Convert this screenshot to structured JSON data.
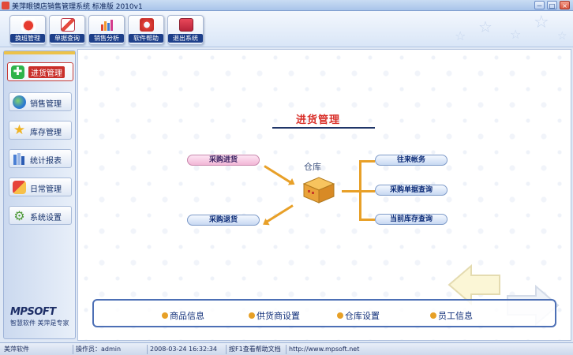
{
  "window": {
    "title": "美萍眼镜店销售管理系统 标准版 2010v1",
    "controls": [
      "－",
      "□",
      "×"
    ]
  },
  "toolbar": {
    "buttons": [
      {
        "label": "换班管理",
        "icon": "switch-shift-icon"
      },
      {
        "label": "单据查询",
        "icon": "document-search-icon"
      },
      {
        "label": "销售分析",
        "icon": "bar-chart-icon"
      },
      {
        "label": "软件帮助",
        "icon": "help-icon"
      },
      {
        "label": "退出系统",
        "icon": "exit-icon"
      }
    ]
  },
  "sidebar": {
    "items": [
      {
        "label": "进货管理",
        "icon": "plus-icon",
        "active": true
      },
      {
        "label": "销售管理",
        "icon": "globe-icon"
      },
      {
        "label": "库存管理",
        "icon": "star-icon"
      },
      {
        "label": "统计报表",
        "icon": "report-icon"
      },
      {
        "label": "日常管理",
        "icon": "calendar-icon"
      },
      {
        "label": "系统设置",
        "icon": "gear-icon"
      }
    ],
    "brand_logo": "MPSOFT",
    "brand_slogan": "智慧软件 美萍是专家"
  },
  "main": {
    "heading": "进货管理",
    "left_buttons": [
      "采购进货",
      "采购退货"
    ],
    "warehouse_label": "仓库",
    "right_buttons": [
      "往来帐务",
      "采购单据查询",
      "当前库存查询"
    ],
    "bottom_links": [
      "商品信息",
      "供货商设置",
      "仓库设置",
      "员工信息"
    ]
  },
  "statusbar": {
    "company": "美萍软件",
    "operator": "操作员：admin",
    "datetime": "2008-03-24 16:32:34",
    "help": "按F1查看帮助文档",
    "url": "http://www.mpsoft.net"
  },
  "colors": {
    "accent": "#d9302a",
    "connector": "#e8a028",
    "navy": "#1d3f8a"
  }
}
